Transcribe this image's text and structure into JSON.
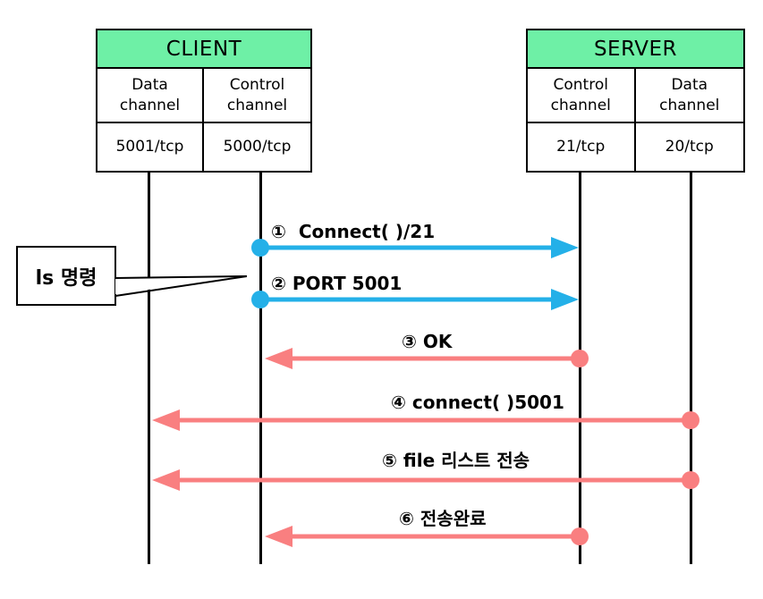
{
  "client": {
    "title": "CLIENT",
    "channels": [
      {
        "name": "Data\nchannel",
        "port": "5001/tcp"
      },
      {
        "name": "Control\nchannel",
        "port": "5000/tcp"
      }
    ]
  },
  "server": {
    "title": "SERVER",
    "channels": [
      {
        "name": "Control\nchannel",
        "port": "21/tcp"
      },
      {
        "name": "Data\nchannel",
        "port": "20/tcp"
      }
    ]
  },
  "callout": {
    "label": "ls 명령"
  },
  "messages": [
    {
      "label": "①  Connect( )/21",
      "from": "client-control-channel",
      "to": "server-control-channel",
      "color": "#24B0E8"
    },
    {
      "label": "② PORT 5001",
      "from": "client-control-channel",
      "to": "server-control-channel",
      "color": "#24B0E8"
    },
    {
      "label": "③ OK",
      "from": "server-control-channel",
      "to": "client-control-channel",
      "color": "#F97F80"
    },
    {
      "label": "④ connect( )5001",
      "from": "server-data-channel",
      "to": "client-data-channel",
      "color": "#F97F80"
    },
    {
      "label": "⑤ file 리스트 전송",
      "from": "server-data-channel",
      "to": "client-data-channel",
      "color": "#F97F80"
    },
    {
      "label": "⑥ 전송완료",
      "from": "server-control-channel",
      "to": "client-control-channel",
      "color": "#F97F80"
    }
  ],
  "colors": {
    "header_green": "#6EF0A6",
    "arrow_blue": "#24B0E8",
    "arrow_red": "#F97F80",
    "line_black": "#000000",
    "background": "#FFFFFF"
  }
}
